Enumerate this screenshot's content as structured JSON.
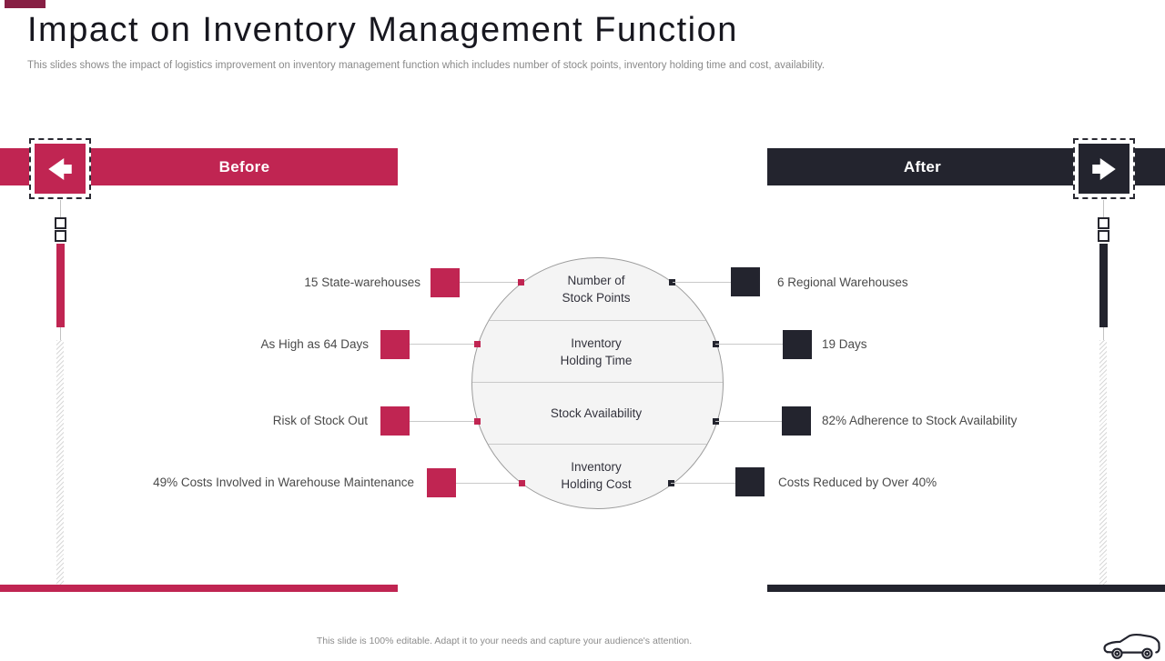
{
  "slide": {
    "title": "Impact on Inventory Management Function",
    "subtitle": "This slides shows the impact of logistics improvement on inventory management function which includes number of stock points, inventory holding time and cost, availability.",
    "footer": "This slide is 100% editable. Adapt it to your needs and capture your audience's attention."
  },
  "banners": {
    "before_label": "Before",
    "after_label": "After"
  },
  "rows": [
    {
      "category_line1": "Number of",
      "category_line2": "Stock Points",
      "before": "15 State-warehouses",
      "after": "6 Regional Warehouses"
    },
    {
      "category_line1": "Inventory",
      "category_line2": "Holding Time",
      "before": "As High as 64 Days",
      "after": "19 Days"
    },
    {
      "category_line1": "Stock Availability",
      "category_line2": "",
      "before": "Risk of Stock Out",
      "after": "82% Adherence to Stock Availability"
    },
    {
      "category_line1": "Inventory",
      "category_line2": "Holding Cost",
      "before": "49% Costs Involved in Warehouse Maintenance",
      "after": "Costs Reduced by Over 40%"
    }
  ],
  "icons": {
    "before_arrow": "arrow-left",
    "after_arrow": "arrow-right",
    "bottom_right": "car-outline"
  },
  "colors": {
    "crimson": "#C02552",
    "dark": "#23242E",
    "accent_maroon": "#871F44",
    "circle_fill": "#F4F4F4"
  }
}
